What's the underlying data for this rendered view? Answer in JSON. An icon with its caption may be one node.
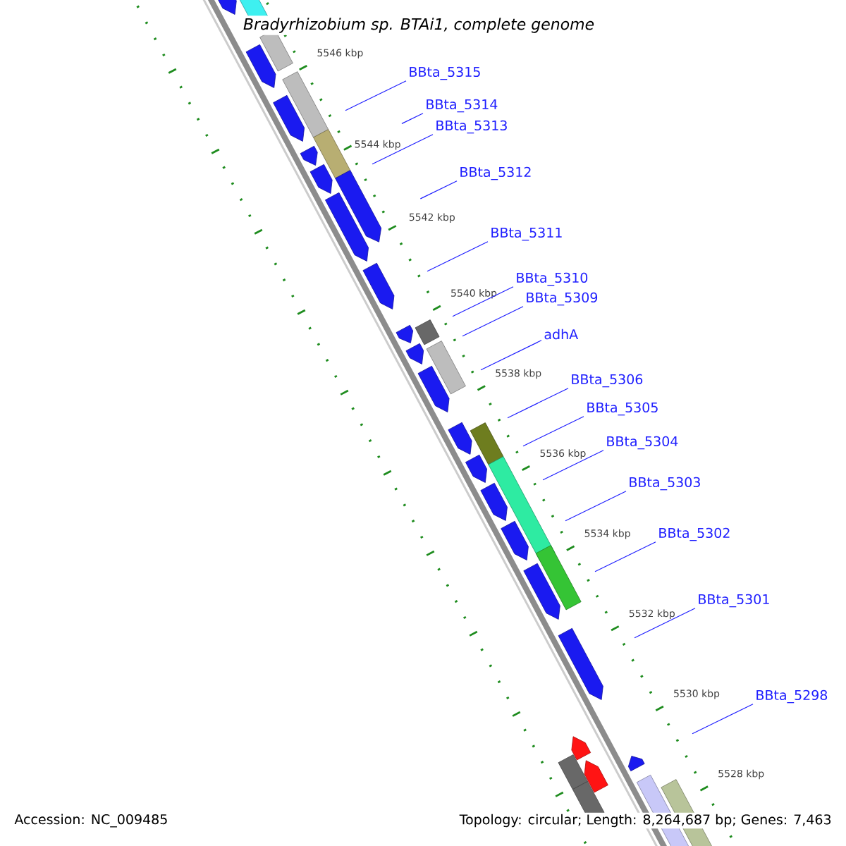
{
  "diagram": {
    "title": "Bradyrhizobium sp. BTAi1, complete genome",
    "nodes": [
      {
        "text": [
          "BBta_5315"
        ]
      },
      {
        "text": [
          "BBta_5314"
        ]
      },
      {
        "text": [
          "BBta_5313"
        ]
      },
      {
        "text": [
          "BBta_5312"
        ]
      },
      {
        "text": [
          "BBta_5311"
        ]
      },
      {
        "text": [
          "BBta_5310"
        ]
      },
      {
        "text": [
          "BBta_5309"
        ]
      },
      {
        "text": [
          "adhA"
        ]
      },
      {
        "text": [
          "BBta_5306"
        ]
      },
      {
        "text": [
          "BBta_5305"
        ]
      },
      {
        "text": [
          "BBta_5304"
        ]
      },
      {
        "text": [
          "BBta_5303"
        ]
      },
      {
        "text": [
          "BBta_5302"
        ]
      },
      {
        "text": [
          "BBta_5301"
        ]
      },
      {
        "text": [
          "BBta_5298"
        ]
      }
    ],
    "edges": [
      {
        "from": 0,
        "to": null,
        "arrow": "none"
      },
      {
        "from": 1,
        "to": null,
        "arrow": "none"
      },
      {
        "from": 2,
        "to": null,
        "arrow": "none"
      },
      {
        "from": 3,
        "to": null,
        "arrow": "none"
      },
      {
        "from": 4,
        "to": null,
        "arrow": "none"
      },
      {
        "from": 5,
        "to": null,
        "arrow": "none"
      },
      {
        "from": 6,
        "to": null,
        "arrow": "none"
      },
      {
        "from": 7,
        "to": null,
        "arrow": "none"
      },
      {
        "from": 8,
        "to": null,
        "arrow": "none"
      },
      {
        "from": 9,
        "to": null,
        "arrow": "none"
      },
      {
        "from": 10,
        "to": null,
        "arrow": "none"
      },
      {
        "from": 11,
        "to": null,
        "arrow": "none"
      },
      {
        "from": 12,
        "to": null,
        "arrow": "none"
      },
      {
        "from": 13,
        "to": null,
        "arrow": "none"
      },
      {
        "from": 14,
        "to": null,
        "arrow": "none"
      }
    ],
    "labels": [
      "5546 kbp",
      "5544 kbp",
      "5542 kbp",
      "5540 kbp",
      "5538 kbp",
      "5536 kbp",
      "5534 kbp",
      "5532 kbp",
      "5530 kbp",
      "5528 kbp",
      "Accession: NC_009485",
      "Topology: circular; Length: 8,264,687 bp; Genes: 7,463"
    ]
  }
}
